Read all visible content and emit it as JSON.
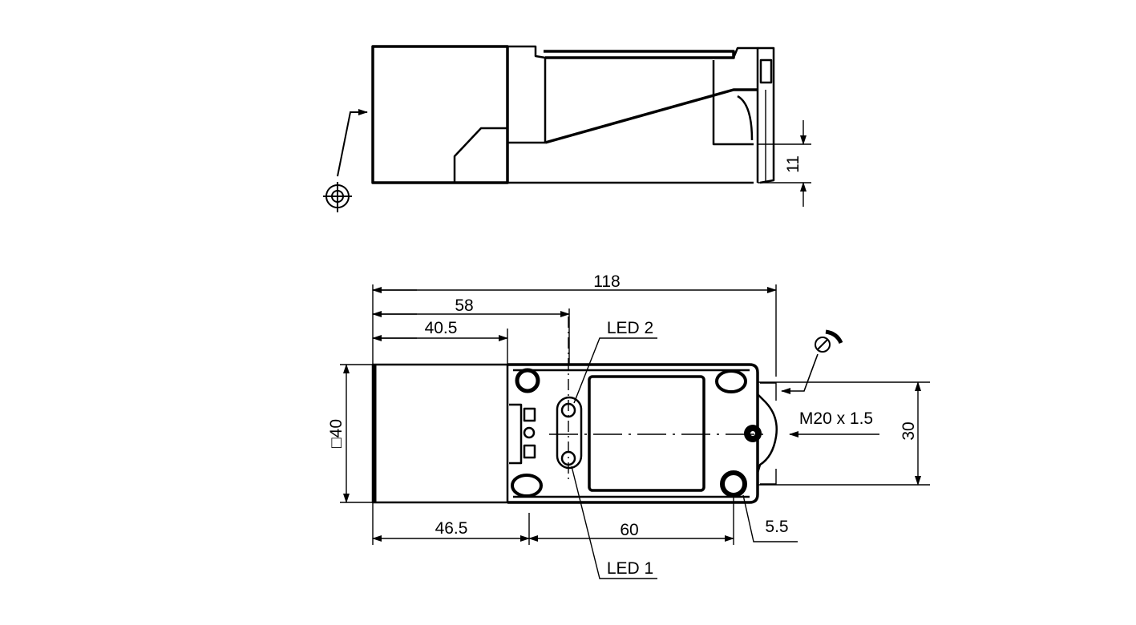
{
  "drawing": {
    "top_view": {
      "dim_connector_offset": "11"
    },
    "front_view": {
      "dim_overall_length": "118",
      "dim_led_position": "58",
      "dim_sensing_face_length": "40.5",
      "dim_face_width": "□40",
      "dim_hole_to_face": "46.5",
      "dim_hole_spacing": "60",
      "dim_hole_diameter": "5.5",
      "dim_hole_vertical_spacing": "30",
      "connector_thread": "M20 x 1.5",
      "led2_label": "LED 2",
      "led1_label": "LED 1"
    },
    "icons": [
      "sensing-axis-target-icon",
      "rotatable-head-icon"
    ]
  }
}
